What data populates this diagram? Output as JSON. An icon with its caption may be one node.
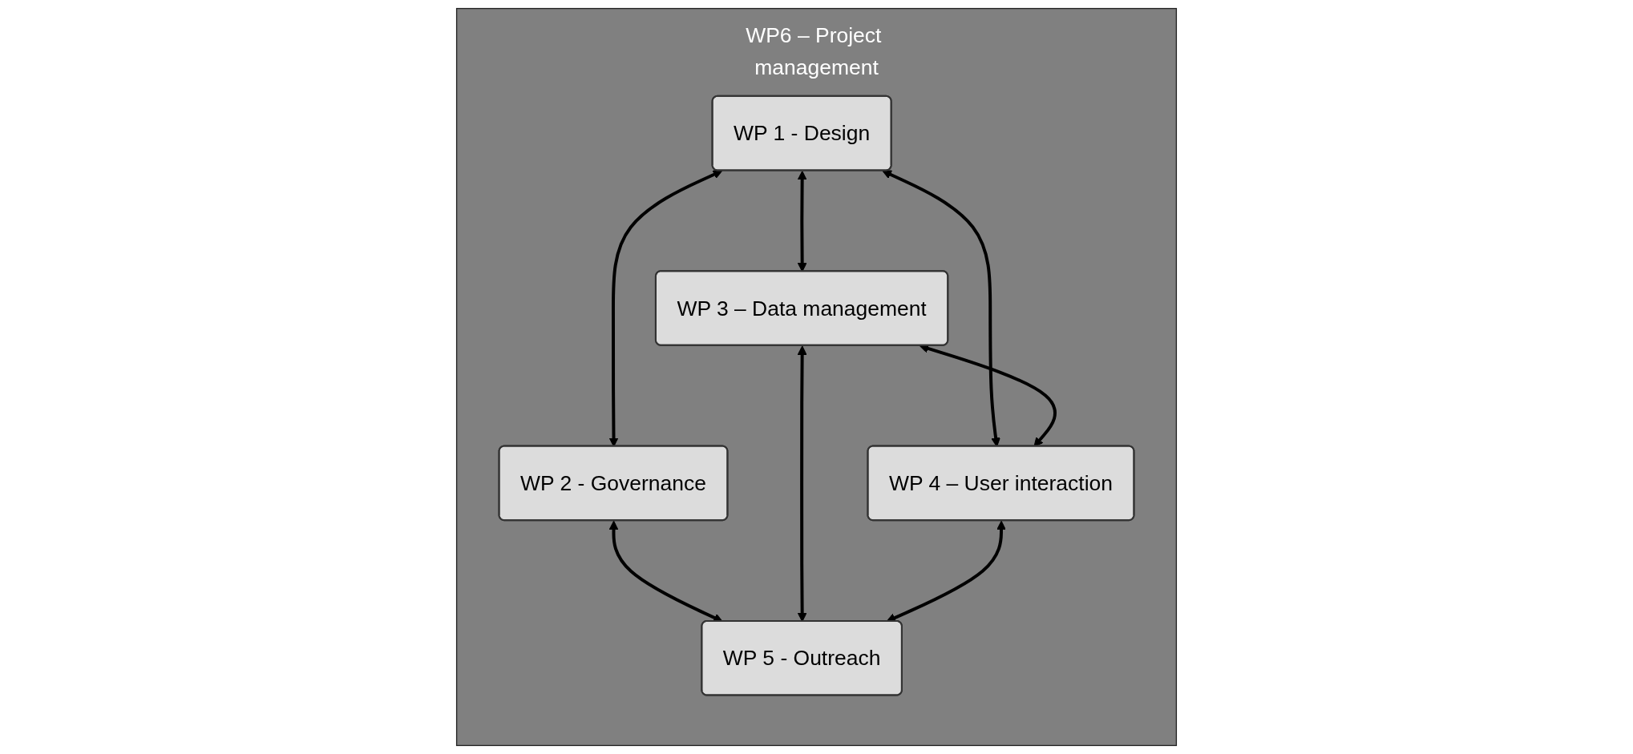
{
  "diagram": {
    "nodes": [
      {
        "text": [
          "WP6 – Project management"
        ]
      },
      {
        "text": [
          "WP 1 - Design"
        ],
        "in": 0
      },
      {
        "text": [
          "WP 2 - Governance"
        ],
        "in": 0
      },
      {
        "text": [
          "WP 3 – Data management"
        ],
        "in": 0
      },
      {
        "text": [
          "WP 4 – User interaction"
        ],
        "in": 0
      },
      {
        "text": [
          "WP 5 - Outreach"
        ],
        "in": 0
      }
    ],
    "edges": [
      {
        "from": 1,
        "to": 2,
        "arrow": "both"
      },
      {
        "from": 1,
        "to": 3,
        "arrow": "both"
      },
      {
        "from": 1,
        "to": 4,
        "arrow": "both"
      },
      {
        "from": 2,
        "to": 5,
        "arrow": "both"
      },
      {
        "from": 3,
        "to": 4,
        "arrow": "both"
      },
      {
        "from": 3,
        "to": 5,
        "arrow": "both"
      },
      {
        "from": 4,
        "to": 5,
        "arrow": "both"
      }
    ]
  }
}
